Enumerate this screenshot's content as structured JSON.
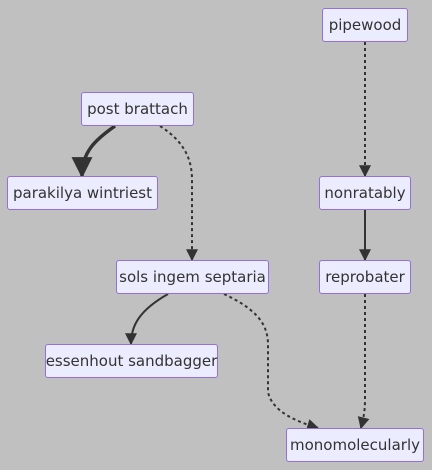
{
  "nodes": {
    "pipewood": "pipewood",
    "post_brattach": "post brattach",
    "parakilya_wintriest": "parakilya wintriest",
    "nonratably": "nonratably",
    "sols_ingem_septaria": "sols ingem septaria",
    "reprobater": "reprobater",
    "essenhout_sandbagger": "essenhout sandbagger",
    "monomolecularly": "monomolecularly"
  },
  "edges": [
    {
      "from": "pipewood",
      "to": "nonratably",
      "style": "dotted"
    },
    {
      "from": "post_brattach",
      "to": "parakilya_wintriest",
      "style": "thick"
    },
    {
      "from": "post_brattach",
      "to": "sols_ingem_septaria",
      "style": "dotted"
    },
    {
      "from": "nonratably",
      "to": "reprobater",
      "style": "solid"
    },
    {
      "from": "sols_ingem_septaria",
      "to": "essenhout_sandbagger",
      "style": "solid"
    },
    {
      "from": "sols_ingem_septaria",
      "to": "monomolecularly",
      "style": "dotted"
    },
    {
      "from": "reprobater",
      "to": "monomolecularly",
      "style": "dotted"
    }
  ],
  "colors": {
    "background": "#c0c0c0",
    "node_fill": "#ececff",
    "node_border": "#9370db",
    "edge": "#333333"
  }
}
